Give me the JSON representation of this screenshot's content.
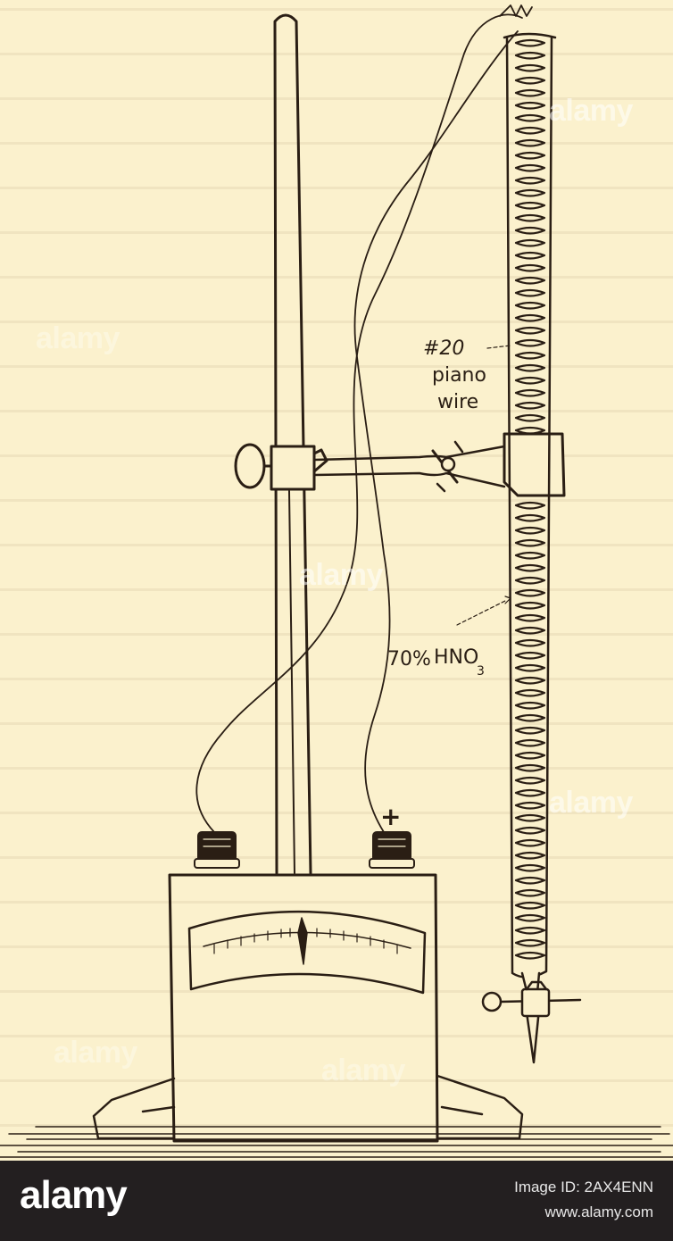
{
  "figure": {
    "labels": {
      "wire_number": "#20",
      "wire_material": "piano",
      "wire_word": "wire",
      "acid_concentration": "70%",
      "acid_formula": "HNO",
      "acid_subscript": "3",
      "positive_terminal": "+"
    },
    "watermarks": [
      "alamy",
      "alamy",
      "alamy",
      "alamy",
      "alamy",
      "alamy"
    ]
  },
  "footer": {
    "logo": "alamy",
    "image_id": "Image ID: 2AX4ENN",
    "website": "www.alamy.com"
  },
  "colors": {
    "background": "#fbf1cd",
    "ink": "#2a1e14",
    "footer_bg": "#231f20",
    "footer_text": "#ffffff"
  }
}
